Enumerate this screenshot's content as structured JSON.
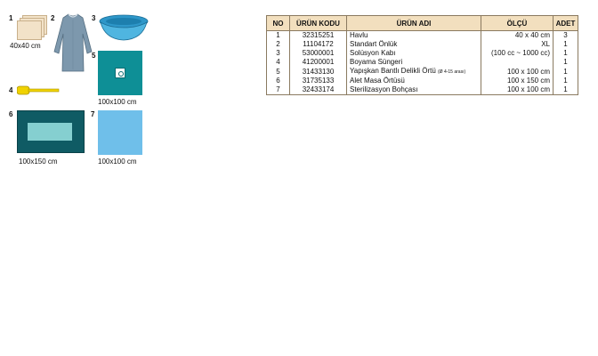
{
  "items": [
    {
      "number": "1",
      "caption": "40x40 cm"
    },
    {
      "number": "2",
      "caption": ""
    },
    {
      "number": "3",
      "caption": ""
    },
    {
      "number": "4",
      "caption": ""
    },
    {
      "number": "5",
      "caption": "100x100 cm"
    },
    {
      "number": "6",
      "caption": "100x150 cm"
    },
    {
      "number": "7",
      "caption": "100x100 cm"
    }
  ],
  "table": {
    "headers": [
      "NO",
      "ÜRÜN KODU",
      "ÜRÜN ADI",
      "ÖLÇÜ",
      "ADET"
    ],
    "rows": [
      {
        "no": "1",
        "code": "32315251",
        "name": "Havlu",
        "name_note": "",
        "size": "40 x 40 cm",
        "qty": "3"
      },
      {
        "no": "2",
        "code": "11104172",
        "name": "Standart Önlük",
        "name_note": "",
        "size": "XL",
        "qty": "1"
      },
      {
        "no": "3",
        "code": "53000001",
        "name": "Solüsyon Kabı",
        "name_note": "",
        "size": "(100 cc ~ 1000 cc)",
        "qty": "1"
      },
      {
        "no": "4",
        "code": "41200001",
        "name": "Boyama Süngeri",
        "name_note": "",
        "size": "",
        "qty": "1"
      },
      {
        "no": "5",
        "code": "31433130",
        "name": "Yapışkan Bantlı Delikli Örtü",
        "name_note": "(Ø 4-15 arası)",
        "size": "100 x 100 cm",
        "qty": "1"
      },
      {
        "no": "6",
        "code": "31735133",
        "name": "Alet Masa Örtüsü",
        "name_note": "",
        "size": "100 x 150 cm",
        "qty": "1"
      },
      {
        "no": "7",
        "code": "32433174",
        "name": "Sterilizasyon Bohçası",
        "name_note": "",
        "size": "100 x 100 cm",
        "qty": "1"
      }
    ]
  },
  "colors": {
    "header_bg": "#f2dfbe",
    "drape_teal": "#0e8f96",
    "drape_dark": "#0f5b64",
    "wrap_blue": "#6fbfea",
    "bowl_blue": "#3aa7d6",
    "sponge_yellow": "#f0d200"
  }
}
